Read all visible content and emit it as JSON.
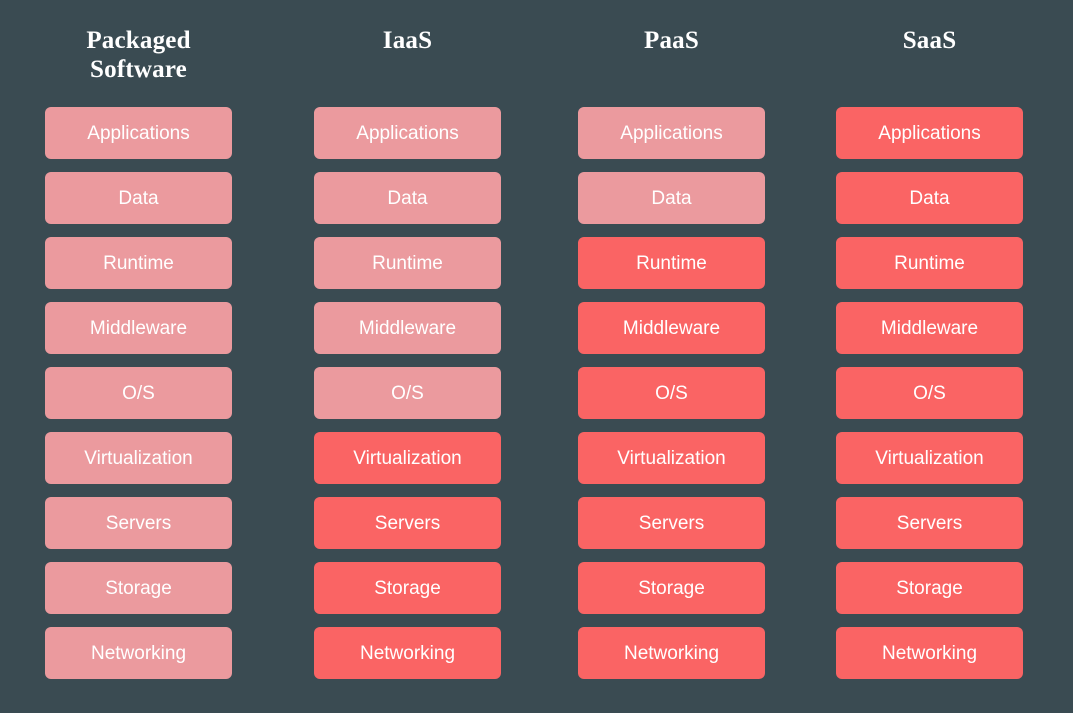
{
  "diagram": {
    "background_color": "#3a4b52",
    "tones": {
      "self_managed_color": "#eb9a9e",
      "provider_managed_color": "#fa6464",
      "label_color": "#ffffff"
    },
    "layer_names": [
      "Applications",
      "Data",
      "Runtime",
      "Middleware",
      "O/S",
      "Virtualization",
      "Servers",
      "Storage",
      "Networking"
    ],
    "columns": [
      {
        "id": "packaged-software",
        "header": "Packaged Software",
        "header_lines": [
          "Packaged",
          "Software"
        ],
        "layers": [
          {
            "label": "Applications",
            "tone": "light"
          },
          {
            "label": "Data",
            "tone": "light"
          },
          {
            "label": "Runtime",
            "tone": "light"
          },
          {
            "label": "Middleware",
            "tone": "light"
          },
          {
            "label": "O/S",
            "tone": "light"
          },
          {
            "label": "Virtualization",
            "tone": "light"
          },
          {
            "label": "Servers",
            "tone": "light"
          },
          {
            "label": "Storage",
            "tone": "light"
          },
          {
            "label": "Networking",
            "tone": "light"
          }
        ]
      },
      {
        "id": "iaas",
        "header": "IaaS",
        "header_lines": [
          "IaaS"
        ],
        "layers": [
          {
            "label": "Applications",
            "tone": "light"
          },
          {
            "label": "Data",
            "tone": "light"
          },
          {
            "label": "Runtime",
            "tone": "light"
          },
          {
            "label": "Middleware",
            "tone": "light"
          },
          {
            "label": "O/S",
            "tone": "light"
          },
          {
            "label": "Virtualization",
            "tone": "dark"
          },
          {
            "label": "Servers",
            "tone": "dark"
          },
          {
            "label": "Storage",
            "tone": "dark"
          },
          {
            "label": "Networking",
            "tone": "dark"
          }
        ]
      },
      {
        "id": "paas",
        "header": "PaaS",
        "header_lines": [
          "PaaS"
        ],
        "layers": [
          {
            "label": "Applications",
            "tone": "light"
          },
          {
            "label": "Data",
            "tone": "light"
          },
          {
            "label": "Runtime",
            "tone": "dark"
          },
          {
            "label": "Middleware",
            "tone": "dark"
          },
          {
            "label": "O/S",
            "tone": "dark"
          },
          {
            "label": "Virtualization",
            "tone": "dark"
          },
          {
            "label": "Servers",
            "tone": "dark"
          },
          {
            "label": "Storage",
            "tone": "dark"
          },
          {
            "label": "Networking",
            "tone": "dark"
          }
        ]
      },
      {
        "id": "saas",
        "header": "SaaS",
        "header_lines": [
          "SaaS"
        ],
        "layers": [
          {
            "label": "Applications",
            "tone": "dark"
          },
          {
            "label": "Data",
            "tone": "dark"
          },
          {
            "label": "Runtime",
            "tone": "dark"
          },
          {
            "label": "Middleware",
            "tone": "dark"
          },
          {
            "label": "O/S",
            "tone": "dark"
          },
          {
            "label": "Virtualization",
            "tone": "dark"
          },
          {
            "label": "Servers",
            "tone": "dark"
          },
          {
            "label": "Storage",
            "tone": "dark"
          },
          {
            "label": "Networking",
            "tone": "dark"
          }
        ]
      }
    ]
  }
}
